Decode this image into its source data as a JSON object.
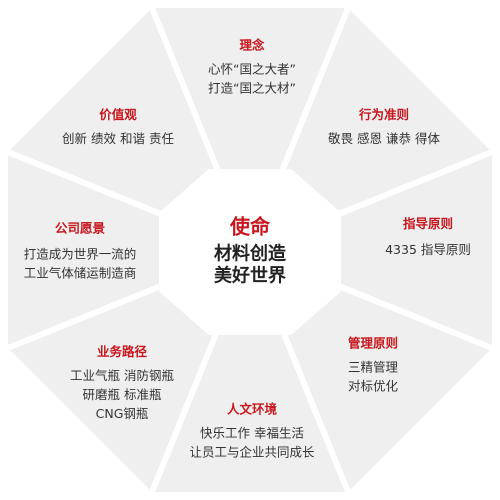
{
  "center": {
    "title": "使命",
    "lines": [
      "材料创造",
      "美好世界"
    ]
  },
  "segments": {
    "top": {
      "title": "理念",
      "lines": [
        "心怀“国之大者”",
        "打造“国之大材”"
      ]
    },
    "top_right": {
      "title": "行为准则",
      "lines": [
        "敬畏  感恩  谦恭  得体"
      ]
    },
    "right_upper": {
      "title": "指导原则",
      "lines": [
        "4335 指导原则"
      ]
    },
    "right_lower": {
      "title": "管理原则",
      "lines": [
        "三精管理",
        "对标优化"
      ]
    },
    "bottom": {
      "title": "人文环境",
      "lines": [
        "快乐工作  幸福生活",
        "让员工与企业共同成长"
      ]
    },
    "bottom_left": {
      "title": "业务路径",
      "lines": [
        "工业气瓶  消防钢瓶",
        "研磨瓶  标准瓶",
        "CNG钢瓶"
      ]
    },
    "left_lower": {
      "title": "公司愿景",
      "lines": [
        "打造成为世界一流的",
        "工业气体储运制造商"
      ]
    },
    "top_left": {
      "title": "价值观",
      "lines": [
        "创新  绩效  和谐  责任"
      ]
    }
  },
  "colors": {
    "segment_fill": "#efefef",
    "divider": "#ffffff",
    "center_fill": "#ffffff",
    "accent": "#c8161d"
  }
}
